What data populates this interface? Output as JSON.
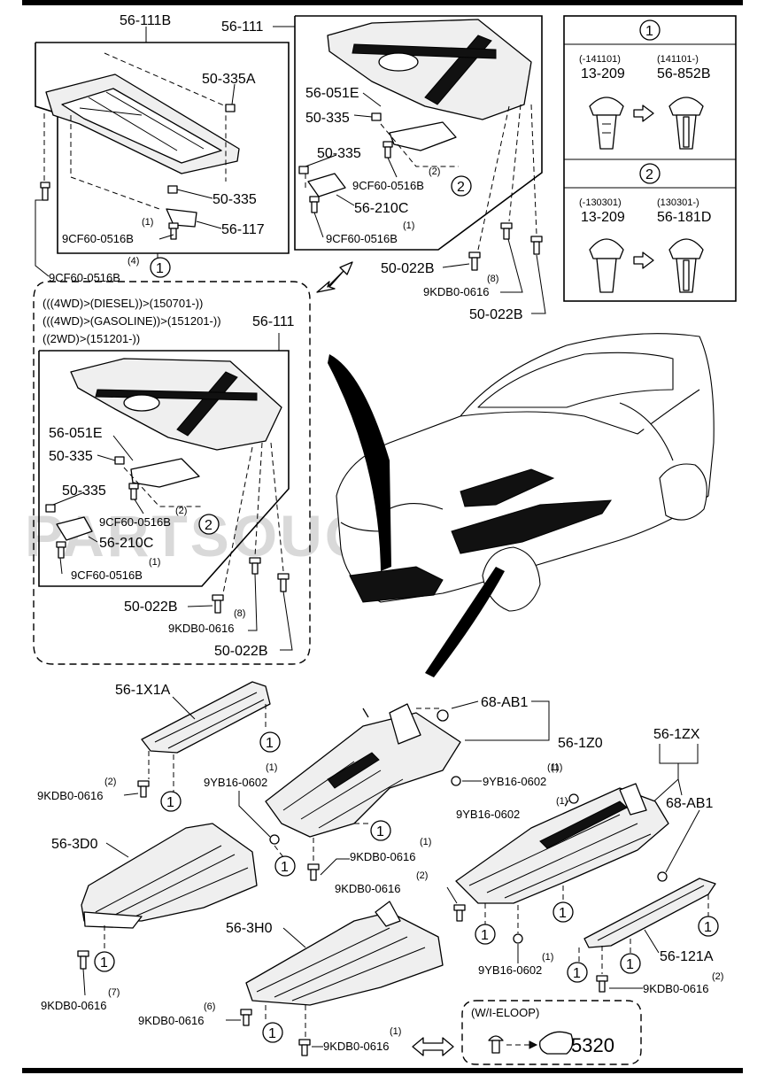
{
  "labels": {
    "l56_111B": "56-111B",
    "l56_111_a": "56-111",
    "l50_335A": "50-335A",
    "l50_335_a": "50-335",
    "l56_117": "56-117",
    "l9cf_1": "9CF60-0516B",
    "l9cf_1_qty": "(1)",
    "l9cf_4": "9CF60-0516B",
    "l9cf_4_qty": "(4)",
    "l56_051E_a": "56-051E",
    "l50_335_b": "50-335",
    "l50_335_c": "50-335",
    "l9cf_2": "9CF60-0516B",
    "l9cf_2_qty": "(2)",
    "l56_210C_a": "56-210C",
    "l9cf_3": "9CF60-0516B",
    "l9cf_3_qty": "(1)",
    "l50_022B_a": "50-022B",
    "l9kdb_8a": "9KDB0-0616",
    "l9kdb_8a_qty": "(8)",
    "l50_022B_b": "50-022B",
    "cond1": "(((4WD)>(DIESEL))>(150701-))",
    "cond2": "(((4WD)>(GASOLINE))>(151201-))",
    "cond3": "((2WD)>(151201-))",
    "l56_111_b": "56-111",
    "l56_051E_b": "56-051E",
    "l50_335_d": "50-335",
    "l50_335_e": "50-335",
    "l9cf_5": "9CF60-0516B",
    "l9cf_5_qty": "(2)",
    "l56_210C_b": "56-210C",
    "l9cf_6": "9CF60-0516B",
    "l9cf_6_qty": "(1)",
    "l50_022B_c": "50-022B",
    "l9kdb_8b": "9KDB0-0616",
    "l9kdb_8b_qty": "(8)",
    "l50_022B_d": "50-022B",
    "l56_1X1A": "56-1X1A",
    "l9kdb_2a": "9KDB0-0616",
    "l9kdb_2a_qty": "(2)",
    "l68_AB1_a": "68-AB1",
    "l56_1Z0": "56-1Z0",
    "l9yb_1a": "9YB16-0602",
    "l9yb_1a_qty": "(1)",
    "l9yb_1b": "9YB16-0602",
    "l9yb_1b_qty": "(1)",
    "l9kdb_1a": "9KDB0-0616",
    "l9kdb_1a_qty": "(1)",
    "l56_1ZX": "56-1ZX",
    "l9yb_1c": "9YB16-0602",
    "l9yb_1c_qty": "(1)",
    "l68_AB1_b": "68-AB1",
    "l56_3D0": "56-3D0",
    "l9kdb_2b": "9KDB0-0616",
    "l9kdb_2b_qty": "(2)",
    "l9yb_1d": "9YB16-0602",
    "l9yb_1d_qty": "(1)",
    "l56_121A": "56-121A",
    "l9kdb_2c": "9KDB0-0616",
    "l9kdb_2c_qty": "(2)",
    "l9kdb_7": "9KDB0-0616",
    "l9kdb_7_qty": "(7)",
    "l56_3H0": "56-3H0",
    "l9kdb_6": "9KDB0-0616",
    "l9kdb_6_qty": "(6)",
    "l9kdb_1b": "9KDB0-0616",
    "l9kdb_1b_qty": "(1)",
    "eloop": "(W/I-ELOOP)",
    "l5320": "5320"
  },
  "legend": {
    "k1": "1",
    "k1_old_range": "(-141101)",
    "k1_new_range": "(141101-)",
    "k1_old_part": "13-209",
    "k1_new_part": "56-852B",
    "k2": "2",
    "k2_old_range": "(-130301)",
    "k2_new_range": "(130301-)",
    "k2_old_part": "13-209",
    "k2_new_part": "56-181D"
  },
  "refs": {
    "one": "1",
    "two": "2"
  },
  "watermark": "PARTSOUQ.COM",
  "colors": {
    "ink": "#000000",
    "watermark": "#d9d9d9"
  }
}
